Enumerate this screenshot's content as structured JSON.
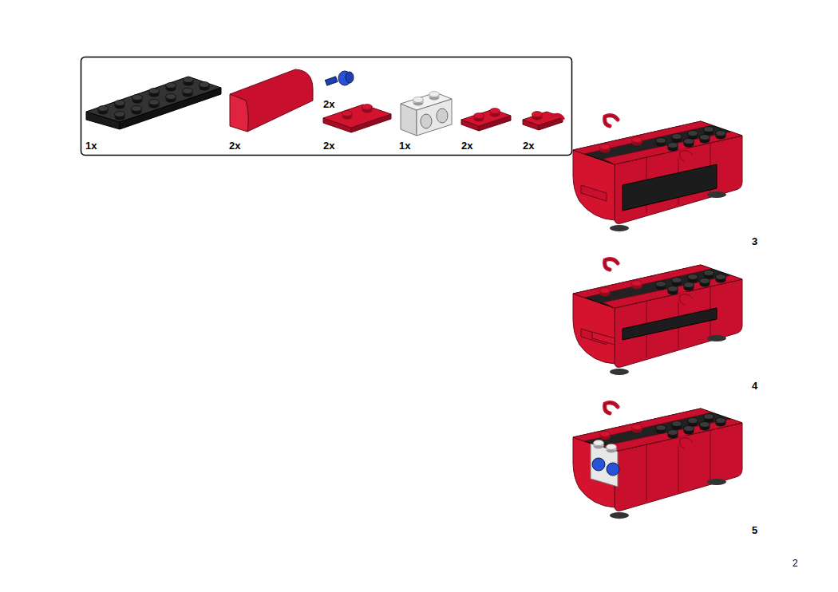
{
  "diagram": {
    "labels": [
      "2x",
      "1x",
      "2x",
      "2x",
      "1x",
      "2x",
      "2x",
      "3",
      "4",
      "5",
      "2"
    ]
  }
}
